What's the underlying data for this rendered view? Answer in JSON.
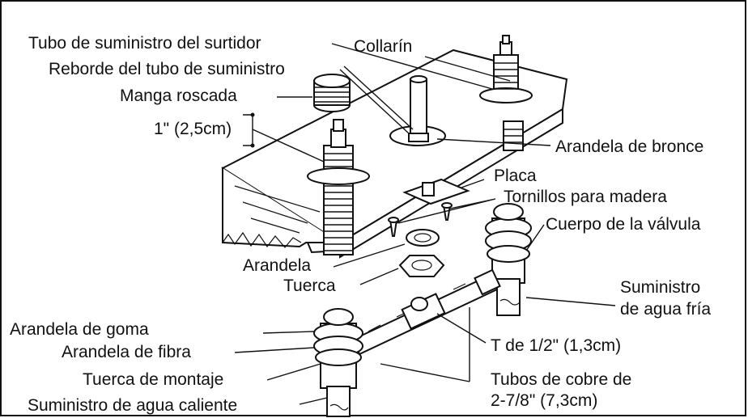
{
  "labels": {
    "supply_tube": "Tubo de suministro del surtidor",
    "collar": "Collarín",
    "tube_rim": "Reborde del tubo de suministro",
    "threaded_sleeve": "Manga roscada",
    "dimension": "1\" (2,5cm)",
    "brass_washer": "Arandela de bronce",
    "plate": "Placa",
    "wood_screws": "Tornillos para madera",
    "valve_body": "Cuerpo de la válvula",
    "washer": "Arandela",
    "nut": "Tuerca",
    "cold_supply_line1": "Suministro",
    "cold_supply_line2": "de agua fría",
    "rubber_washer": "Arandela de goma",
    "fiber_washer": "Arandela de fibra",
    "tee": "T de 1/2\" (1,3cm)",
    "mounting_nut": "Tuerca de montaje",
    "copper_tubes_line1": "Tubos de cobre de",
    "copper_tubes_line2": "2-7/8\" (7,3cm)",
    "hot_supply": "Suministro de agua caliente"
  }
}
